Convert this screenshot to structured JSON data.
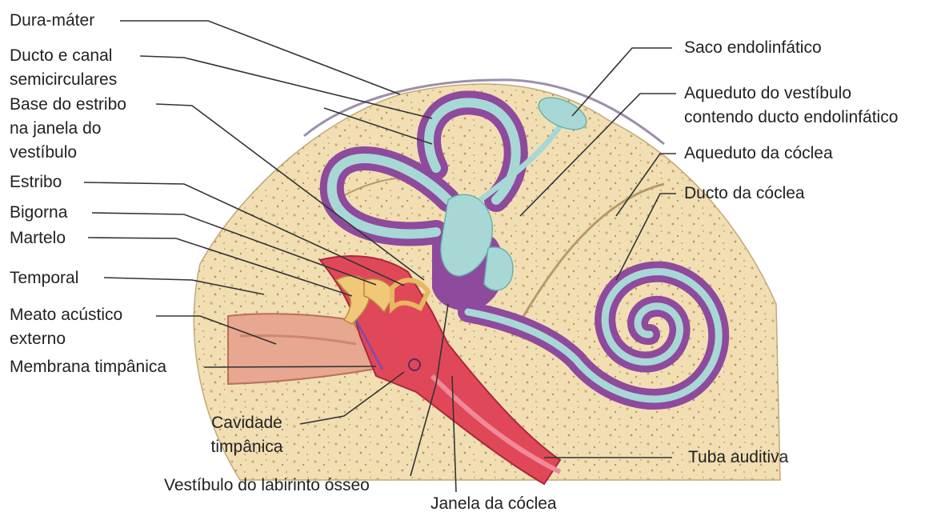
{
  "labels": {
    "dura_mater": "Dura-máter",
    "ducto_canal_l1": "Ducto e canal",
    "ducto_canal_l2": "semicirculares",
    "base_estribo_l1": "Base do estribo",
    "base_estribo_l2": "na janela do",
    "base_estribo_l3": "vestíbulo",
    "estribo": "Estribo",
    "bigorna": "Bigorna",
    "martelo": "Martelo",
    "temporal": "Temporal",
    "meato_l1": "Meato acústico",
    "meato_l2": "externo",
    "membrana_timpanica": "Membrana timpânica",
    "cavidade_l1": "Cavidade",
    "cavidade_l2": "timpânica",
    "vestibulo_labirinto": "Vestíbulo do labirinto ósseo",
    "janela_coclea": "Janela da cóclea",
    "tuba_auditiva": "Tuba auditiva",
    "saco_endolinfatico": "Saco endolinfático",
    "aqueduto_vestibulo_l1": "Aqueduto do vestíbulo",
    "aqueduto_vestibulo_l2": "contendo ducto endolinfático",
    "aqueduto_coclea": "Aqueduto da cóclea",
    "ducto_coclea": "Ducto da cóclea"
  },
  "colors": {
    "bone": "#f1dfb3",
    "bone_speckle": "#c9ac78",
    "membranous_labyrinth": "#a7d8d6",
    "bony_labyrinth": "#8e4a9c",
    "canal_tissue": "#e7a790",
    "tympanic_red": "#e0485a",
    "ossicles": "#f0c878"
  }
}
